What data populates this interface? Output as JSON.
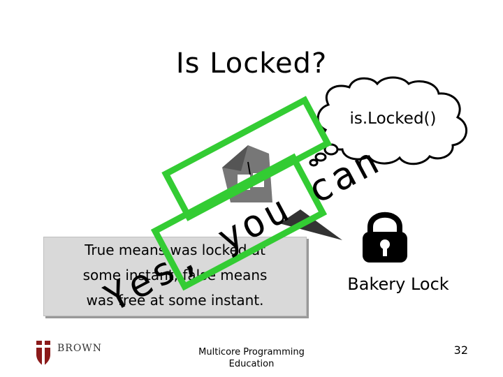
{
  "slide": {
    "title": "Is Locked?",
    "thought_text": "is.Locked()",
    "callout": {
      "line1": "True means was locked at",
      "line2": "some instant, false means",
      "line3": "was free at some instant."
    },
    "overlay_text": "Yes, you can",
    "lock_label": "Bakery Lock",
    "footer": {
      "org": "BROWN",
      "course_line1": "Multicore Programming",
      "course_line2": "Education",
      "page_number": "32"
    }
  },
  "colors": {
    "accent_green": "#33cc33",
    "house_gray": "#777777",
    "callout_bg": "#d9d9d9",
    "shield_red": "#8b1a1a"
  },
  "icons": [
    "thought-cloud-icon",
    "house-icon",
    "padlock-icon",
    "brown-shield-icon"
  ]
}
